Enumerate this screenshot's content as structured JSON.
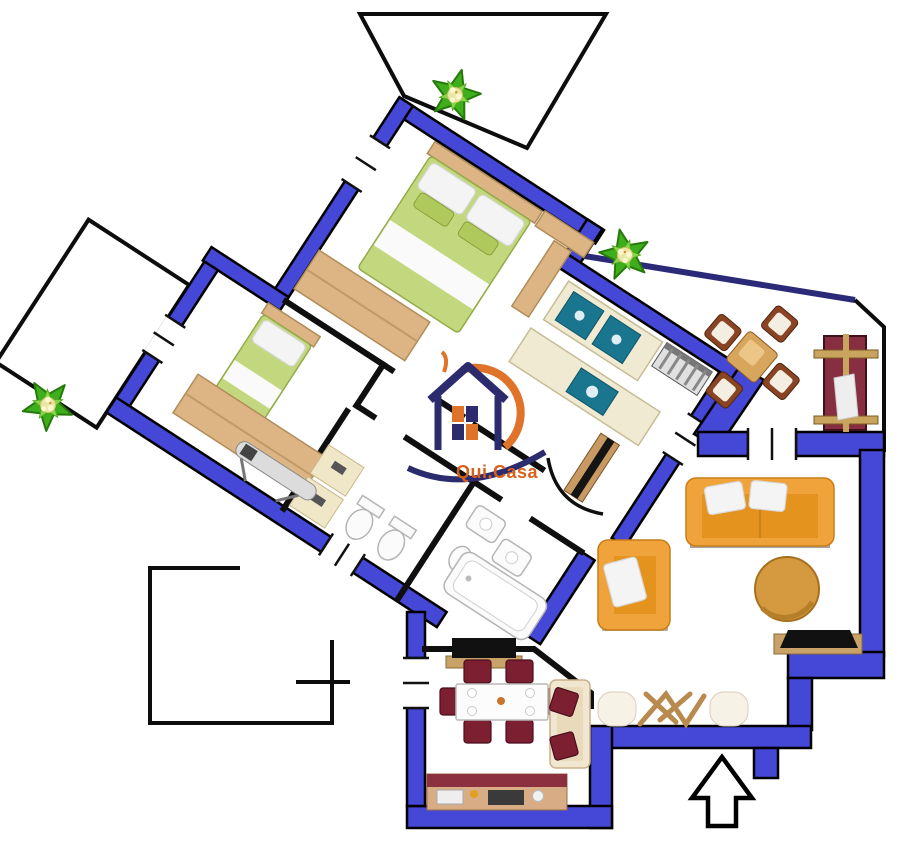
{
  "meta": {
    "type": "floor-plan",
    "style": "top-view apartment plan, angled night wing"
  },
  "logo": {
    "text": "Qui.Casa",
    "icon": "house-with-orange-swoosh",
    "colors": {
      "navy": "#2b2b6e",
      "orange": "#e0732a",
      "text": "#d8611c"
    }
  },
  "compass": {
    "symbol": "north-arrow",
    "direction": "up"
  },
  "palette": {
    "wall_fill": "#4547d6",
    "wall_outline": "#000000",
    "interior_wall": "#0f0f0f",
    "terrace_parapet": "#2a2a78",
    "balcony_outline": "#0d0d0d",
    "floor": "#ffffff",
    "bed_green": "#c3d87e",
    "wood_tan": "#ddb584",
    "counter_cream": "#f0ead2",
    "kitchen_teal": "#19768e",
    "sofa_orange": "#f0a23b",
    "dining_maroon": "#7c1f30",
    "settee_cream": "#f1e6d0",
    "plant_green": "#3fae1c",
    "lounger_maroon": "#872e40",
    "radiator_gray": "#e0e0e0"
  },
  "rooms": [
    {
      "name": "master-bedroom",
      "furniture": [
        "double-bed",
        "headboard-shelf",
        "wardrobe",
        "low-dresser"
      ]
    },
    {
      "name": "second-bedroom",
      "furniture": [
        "single-bed",
        "wardrobe"
      ]
    },
    {
      "name": "bathroom-laundry",
      "furniture": [
        "washer-units",
        "toilet",
        "bidet",
        "ironing-board"
      ]
    },
    {
      "name": "bathroom",
      "furniture": [
        "washbasin",
        "washbasin",
        "toilet",
        "bathtub"
      ]
    },
    {
      "name": "kitchen",
      "furniture": [
        "counter-with-sinks",
        "counter-with-hob",
        "radiator"
      ]
    },
    {
      "name": "hallway",
      "furniture": [
        "console-bench",
        "entrance-door-arc"
      ]
    },
    {
      "name": "living-room",
      "furniture": [
        "two-seat-sofa",
        "armchair",
        "round-pouf",
        "tv-board",
        "console-shelf"
      ]
    },
    {
      "name": "dining-room",
      "furniture": [
        "dining-table",
        "chairs-x6",
        "cream-settee",
        "sideboard",
        "tv"
      ]
    },
    {
      "name": "roof-terrace",
      "furniture": [
        "outdoor-table",
        "chairs-x4",
        "sun-lounger"
      ]
    },
    {
      "name": "balconies",
      "furniture": [
        "potted-plant",
        "potted-plant",
        "potted-plant"
      ]
    }
  ],
  "windows_count": 6,
  "plants_count": 3
}
